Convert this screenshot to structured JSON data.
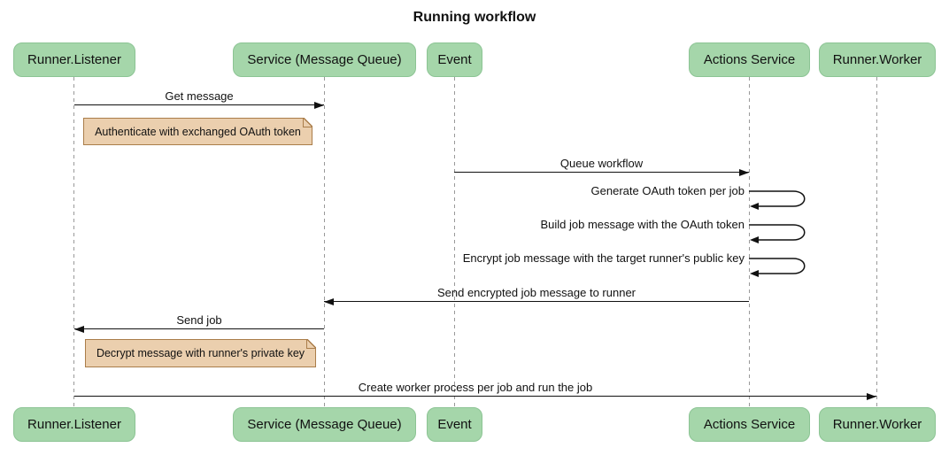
{
  "diagram": {
    "title": "Running workflow",
    "type": "sequence-diagram"
  },
  "participants": [
    {
      "label": "Runner.Listener"
    },
    {
      "label": "Service (Message Queue)"
    },
    {
      "label": "Event"
    },
    {
      "label": "Actions Service"
    },
    {
      "label": "Runner.Worker"
    }
  ],
  "messages": [
    {
      "from": "Runner.Listener",
      "to": "Service (Message Queue)",
      "label": "Get message"
    },
    {
      "from": "Event",
      "to": "Actions Service",
      "label": "Queue workflow"
    },
    {
      "from": "Actions Service",
      "to": "Actions Service",
      "label": "Generate OAuth token per job"
    },
    {
      "from": "Actions Service",
      "to": "Actions Service",
      "label": "Build job message with the OAuth token"
    },
    {
      "from": "Actions Service",
      "to": "Actions Service",
      "label": "Encrypt job message with the target runner's public key"
    },
    {
      "from": "Actions Service",
      "to": "Service (Message Queue)",
      "label": "Send encrypted job message to runner"
    },
    {
      "from": "Service (Message Queue)",
      "to": "Runner.Listener",
      "label": "Send job"
    },
    {
      "from": "Runner.Listener",
      "to": "Runner.Worker",
      "label": "Create worker process per job and run the job"
    }
  ],
  "notes": [
    {
      "label": "Authenticate with exchanged OAuth token",
      "position": "right of Runner.Listener"
    },
    {
      "label": "Decrypt message with runner's private key",
      "position": "right of Runner.Listener"
    }
  ],
  "colors": {
    "actor_fill": "#a5d6aa",
    "actor_border": "#8cc494",
    "note_fill": "#ebcfae",
    "note_border": "#aa7d4a",
    "lifeline": "#999999",
    "line": "#111111",
    "text": "#111111",
    "background": "#ffffff"
  }
}
